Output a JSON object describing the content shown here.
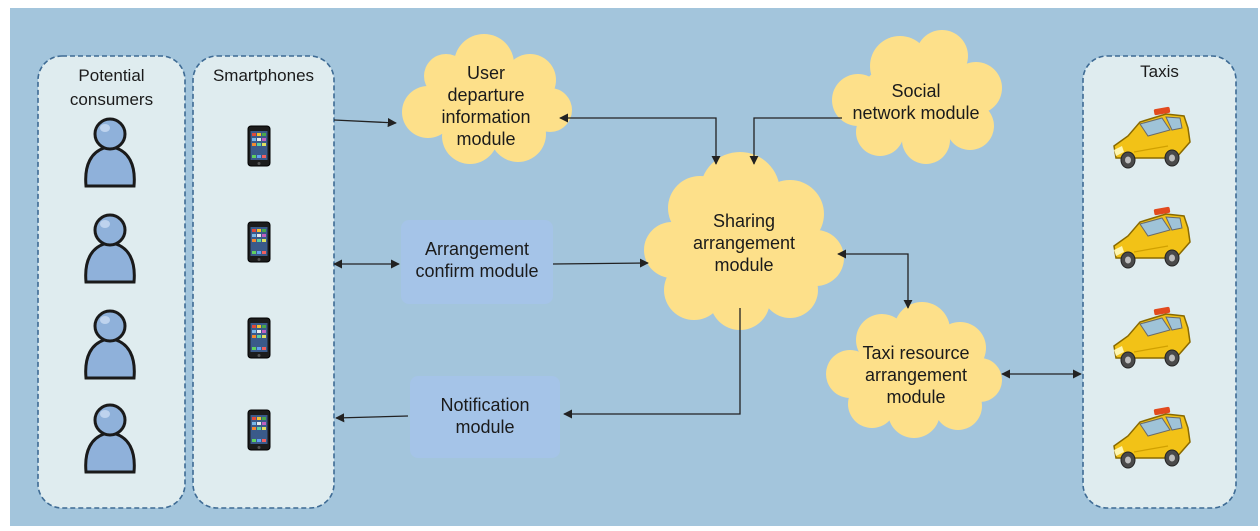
{
  "diagram": {
    "colors": {
      "background": "#a3c5dc",
      "panel_fill": "#dfecef",
      "panel_border": "#3e6b94",
      "cloud_fill": "#fde08a",
      "box_fill": "#a5c4e8",
      "arrow": "#222222",
      "person_fill": "#8fb1da",
      "person_stroke": "#1a1a1a",
      "taxi_body": "#f2c217",
      "taxi_sign": "#e24a1e"
    },
    "panels": {
      "consumers": {
        "title_line1": "Potential",
        "title_line2": "consumers"
      },
      "smartphones": {
        "title": "Smartphones"
      },
      "taxis": {
        "title": "Taxis"
      }
    },
    "modules": {
      "user_departure": {
        "line1": "User",
        "line2": "departure",
        "line3": "information",
        "line4": "module"
      },
      "social_network": {
        "line1": "Social",
        "line2": "network module"
      },
      "sharing": {
        "line1": "Sharing",
        "line2": "arrangement",
        "line3": "module"
      },
      "arrangement_confirm": {
        "line1": "Arrangement",
        "line2": "confirm module"
      },
      "notification": {
        "line1": "Notification",
        "line2": "module"
      },
      "taxi_resource": {
        "line1": "Taxi resource",
        "line2": "arrangement",
        "line3": "module"
      }
    },
    "icons": {
      "person": "person-icon",
      "smartphone": "smartphone-icon",
      "taxi": "taxi-icon"
    }
  }
}
